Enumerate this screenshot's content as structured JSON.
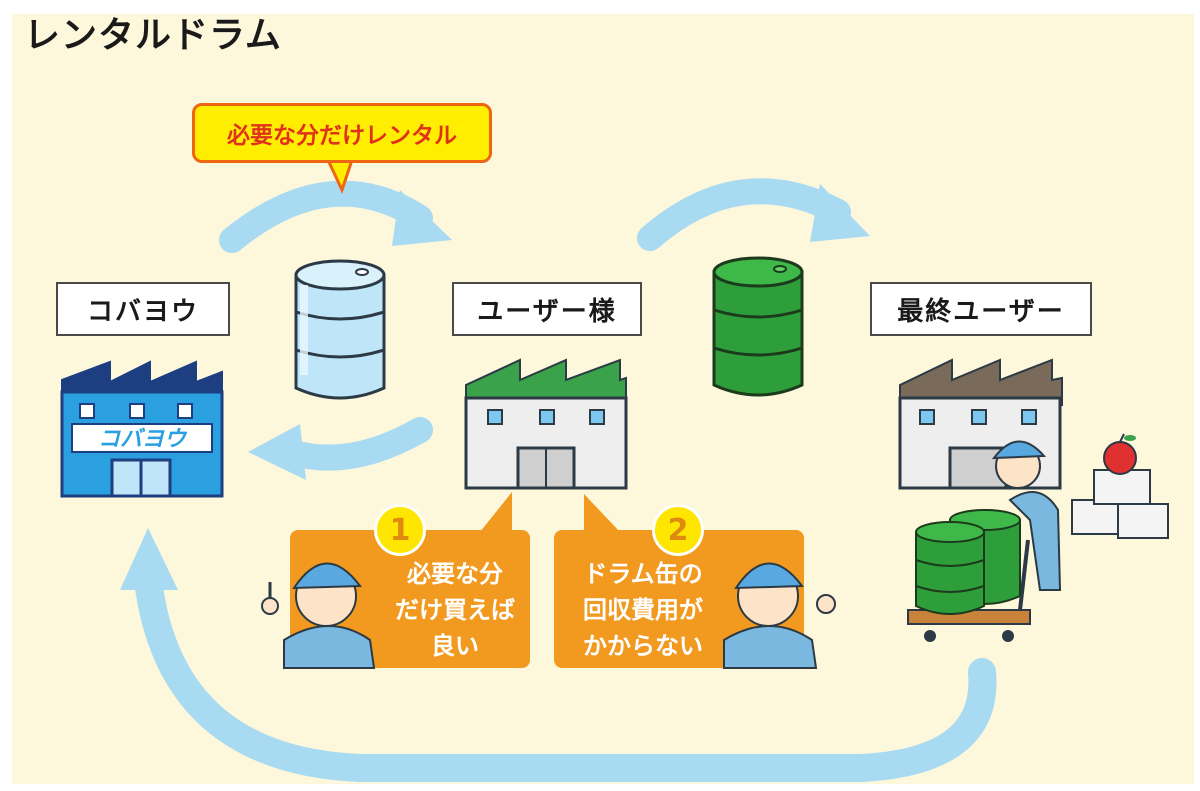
{
  "title": "レンタルドラム",
  "callout": "必要な分だけレンタル",
  "nodes": {
    "kobayou": "コバヨウ",
    "user": "ユーザー様",
    "end_user": "最終ユーザー"
  },
  "factory_sign": "コバヨウ",
  "benefits": [
    {
      "number": "1",
      "text": "必要な分\nだけ買えば\n良い"
    },
    {
      "number": "2",
      "text": "ドラム缶の\n回収費用が\nかからない"
    }
  ],
  "colors": {
    "background": "#fdf7dc",
    "arrow": "#a8daf2",
    "bubble": "#f29a1f",
    "callout_fill": "#ffee00",
    "callout_border": "#ee6611",
    "drum_blue": "#bfe6f8",
    "drum_green": "#2e9e3a",
    "kobayou_factory": "#2aa0e0"
  }
}
